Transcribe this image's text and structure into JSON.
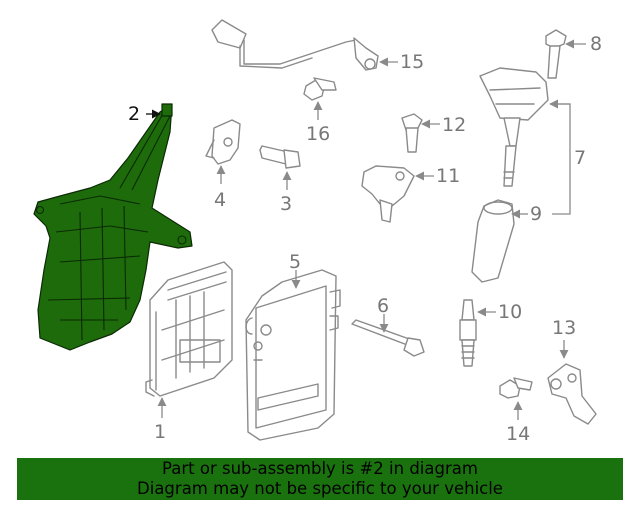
{
  "diagram": {
    "highlight_color": "#1a720f",
    "highlighted_callout": "2",
    "callouts": [
      "1",
      "2",
      "3",
      "4",
      "5",
      "6",
      "7",
      "8",
      "9",
      "10",
      "11",
      "12",
      "13",
      "14",
      "15",
      "16"
    ]
  },
  "banner": {
    "line1": "Part or sub-assembly is #2 in diagram",
    "line2": "Diagram may not be specific to your vehicle"
  }
}
